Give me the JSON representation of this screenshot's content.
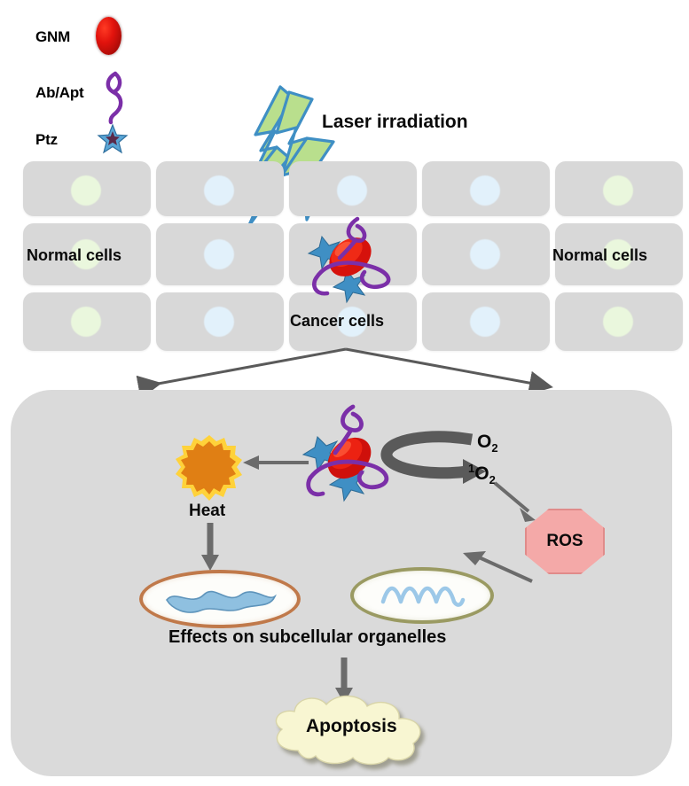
{
  "figure": {
    "title_visible": false,
    "background": "#ffffff"
  },
  "legend": {
    "items": [
      {
        "label": "GNM",
        "icon": "red-nanoparticle-icon",
        "color": "#d6120c"
      },
      {
        "label": "Ab/Apt",
        "icon": "antibody-ribbon-icon",
        "color": "#7b2fa8"
      },
      {
        "label": "Ptz",
        "icon": "blue-star-icon",
        "color": "#3f8fc4"
      }
    ]
  },
  "upper": {
    "laser_label": "Laser irradiation",
    "laser_bolt_fill": "#b9df8d",
    "laser_bolt_stroke": "#3f8fc4",
    "normal_cells_left_label": "Normal cells",
    "normal_cells_right_label": "Normal cells",
    "cancer_cells_label": "Cancer cells",
    "cell_block_color": "#d8d8d8",
    "nucleus_green": "#eaf7dd",
    "nucleus_blue": "#e2f1fb",
    "grid": {
      "columns": 5,
      "rows": 3,
      "nucleus_tint_by_column": [
        "green",
        "blue",
        "blue",
        "blue",
        "green"
      ]
    }
  },
  "lower": {
    "panel_color": "#dadada",
    "heat_label": "Heat",
    "heat_color": "#e07f14",
    "heat_glow_color": "#ffd23a",
    "oxygen_label": "O",
    "oxygen_subscript": "2",
    "singlet_oxygen_superscript": "1",
    "singlet_oxygen_label": "O",
    "singlet_oxygen_subscript": "2",
    "ros_label": "ROS",
    "ros_fill": "#f4a9a8",
    "ros_border": "#e08b8a",
    "effects_label": "Effects on subcellular organelles",
    "apoptosis_label": "Apoptosis",
    "apoptosis_fill": "#f8f6d2",
    "mitochondrion_ring_color": "#c0794a",
    "nucleus_ring_color": "#9a9a62",
    "arrow_color": "#5a5a5a"
  }
}
